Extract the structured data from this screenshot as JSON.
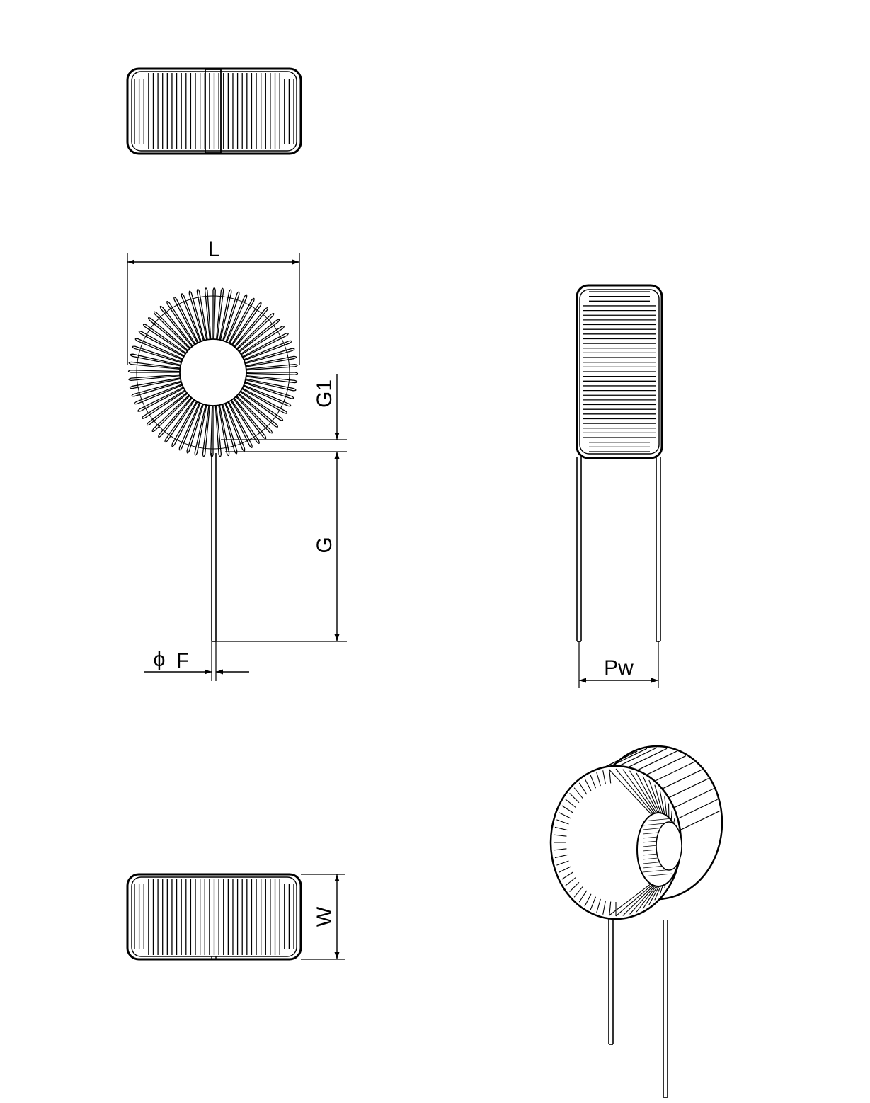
{
  "labels": {
    "length": "L",
    "gap_lead_body": "G1",
    "lead_length": "G",
    "wire_diameter_symbol": "ϕ",
    "wire_diameter": "F",
    "pin_pitch": "Pw",
    "width": "W"
  },
  "colors": {
    "ink": "#000000",
    "background": "#ffffff"
  }
}
